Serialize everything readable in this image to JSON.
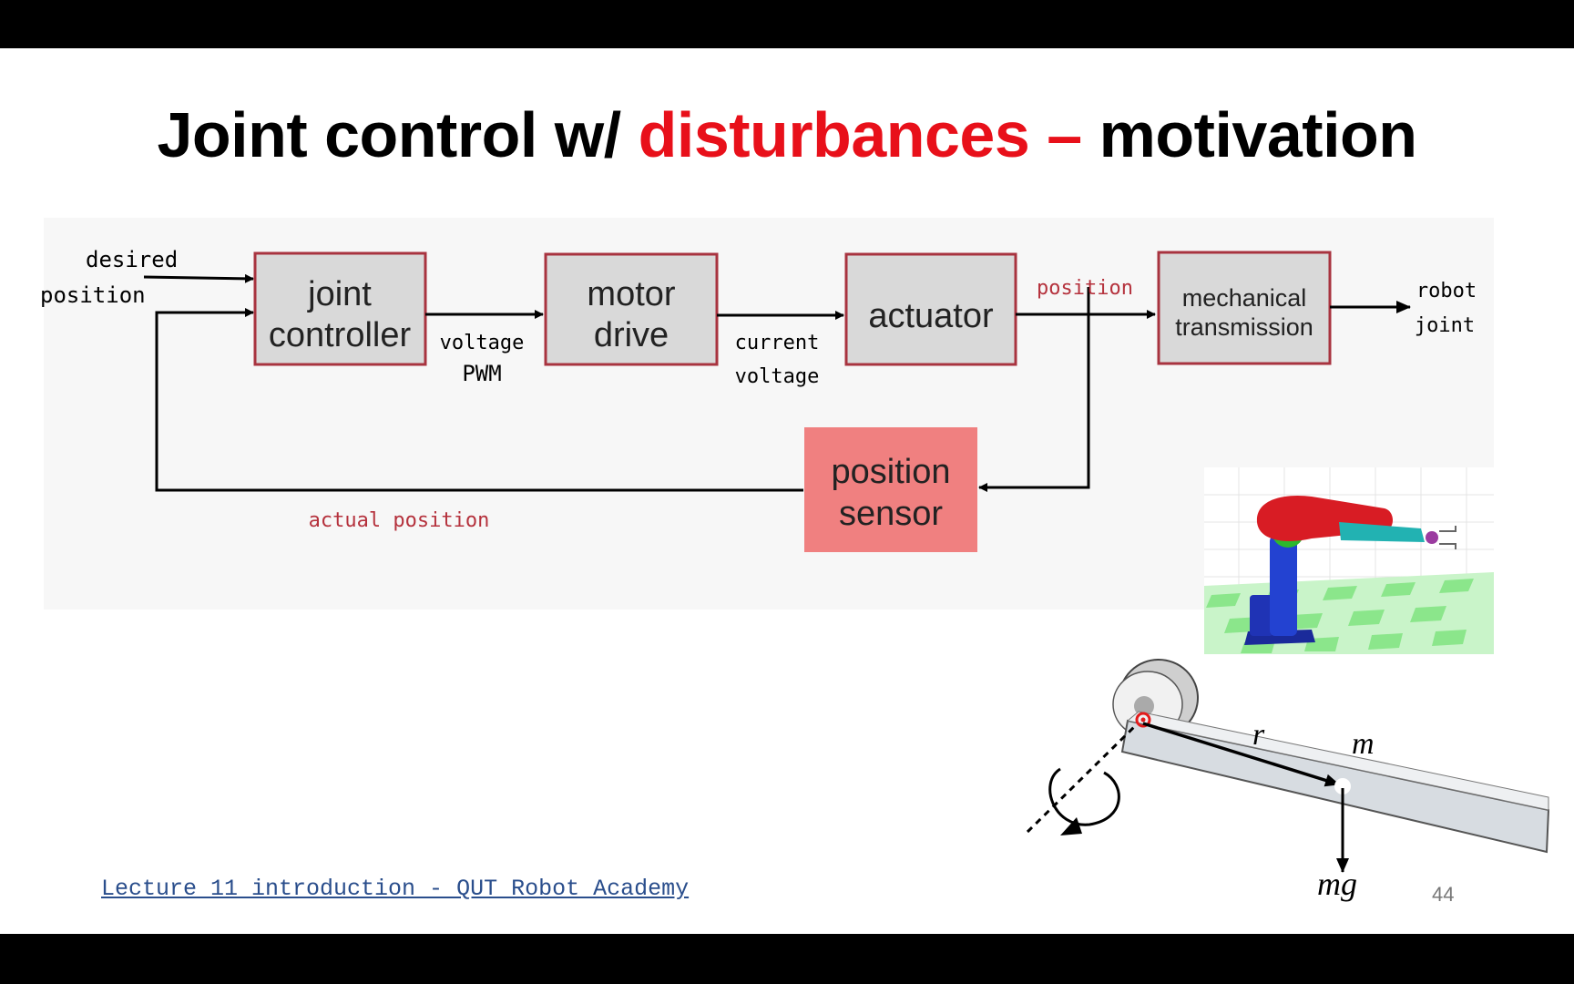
{
  "slide": {
    "title_part1": "Joint control w/ ",
    "title_highlight": "disturbances –",
    "title_part2": " motivation",
    "highlight_color": "#e8101a",
    "footer_link": "Lecture 11 introduction - QUT Robot Academy",
    "page_number": "44"
  },
  "diagram": {
    "input_label_line1": "desired",
    "input_label_line2": "position",
    "blocks": {
      "joint_controller": [
        "joint",
        "controller"
      ],
      "motor_drive": [
        "motor",
        "drive"
      ],
      "actuator": [
        "actuator"
      ],
      "mechanical_transmission": [
        "mechanical",
        "transmission"
      ],
      "position_sensor": [
        "position",
        "sensor"
      ]
    },
    "signals": {
      "voltage_pwm": [
        "voltage",
        "PWM"
      ],
      "current_voltage": [
        "current",
        "voltage"
      ],
      "position": "position",
      "actual_position": "actual position"
    },
    "output_label_line1": "robot",
    "output_label_line2": "joint",
    "colors": {
      "block_fill": "#d9d9d9",
      "block_border": "#a8333f",
      "sensor_fill": "#f08080",
      "signal_red": "#b5323d"
    }
  },
  "pendulum": {
    "label_r": "r",
    "label_m": "m",
    "label_mg": "mg"
  }
}
